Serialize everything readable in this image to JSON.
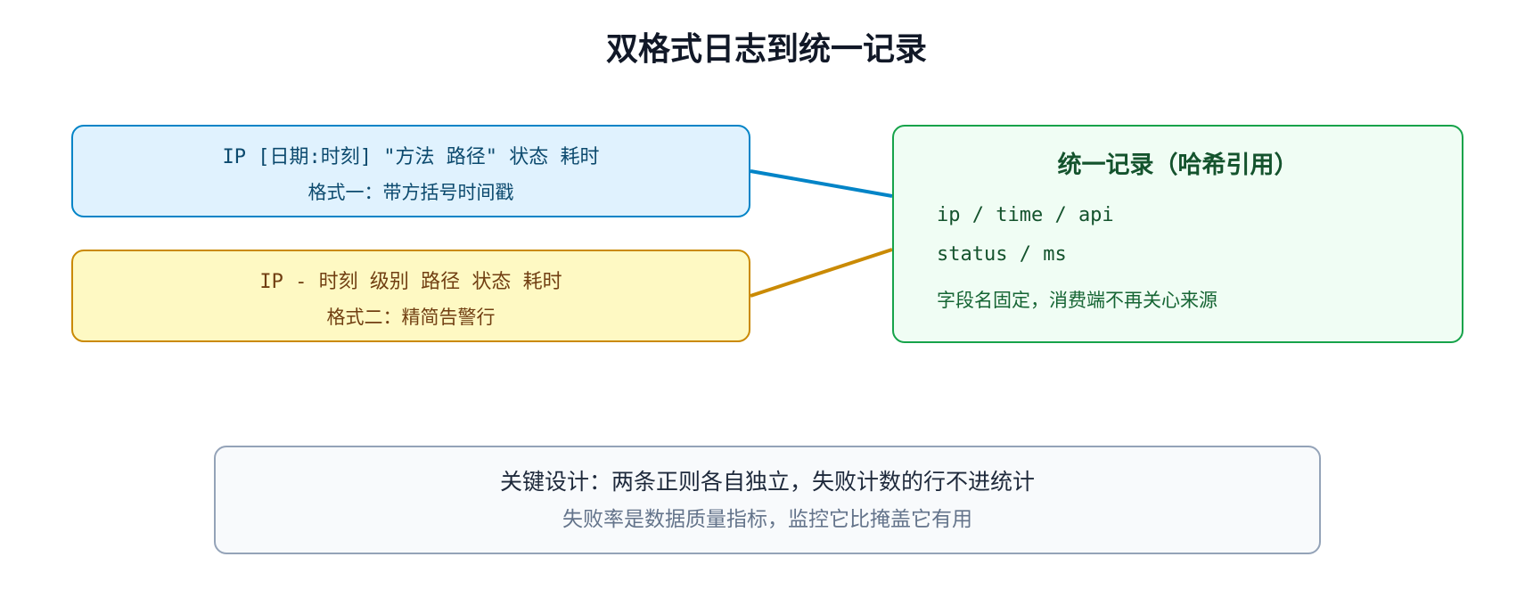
{
  "title": "双格式日志到统一记录",
  "format_one": {
    "pattern": "IP [日期:时刻] \"方法 路径\" 状态 耗时",
    "description": "格式一：带方括号时间戳",
    "color": "#0284c7",
    "fill": "#e0f2fe"
  },
  "format_two": {
    "pattern": "IP - 时刻 级别 路径 状态 耗时",
    "description": "格式二：精简告警行",
    "color": "#ca8a04",
    "fill": "#fef9c3"
  },
  "unified_record": {
    "title": "统一记录（哈希引用）",
    "fields_line1": "ip / time / api",
    "fields_line2": "status / ms",
    "note": "字段名固定，消费端不再关心来源",
    "color": "#16a34a",
    "fill": "#f0fdf4"
  },
  "design_note": {
    "main": "关键设计：两条正则各自独立，失败计数的行不进统计",
    "sub": "失败率是数据质量指标，监控它比掩盖它有用",
    "color": "#94a3b8",
    "fill": "#f8fafc"
  }
}
